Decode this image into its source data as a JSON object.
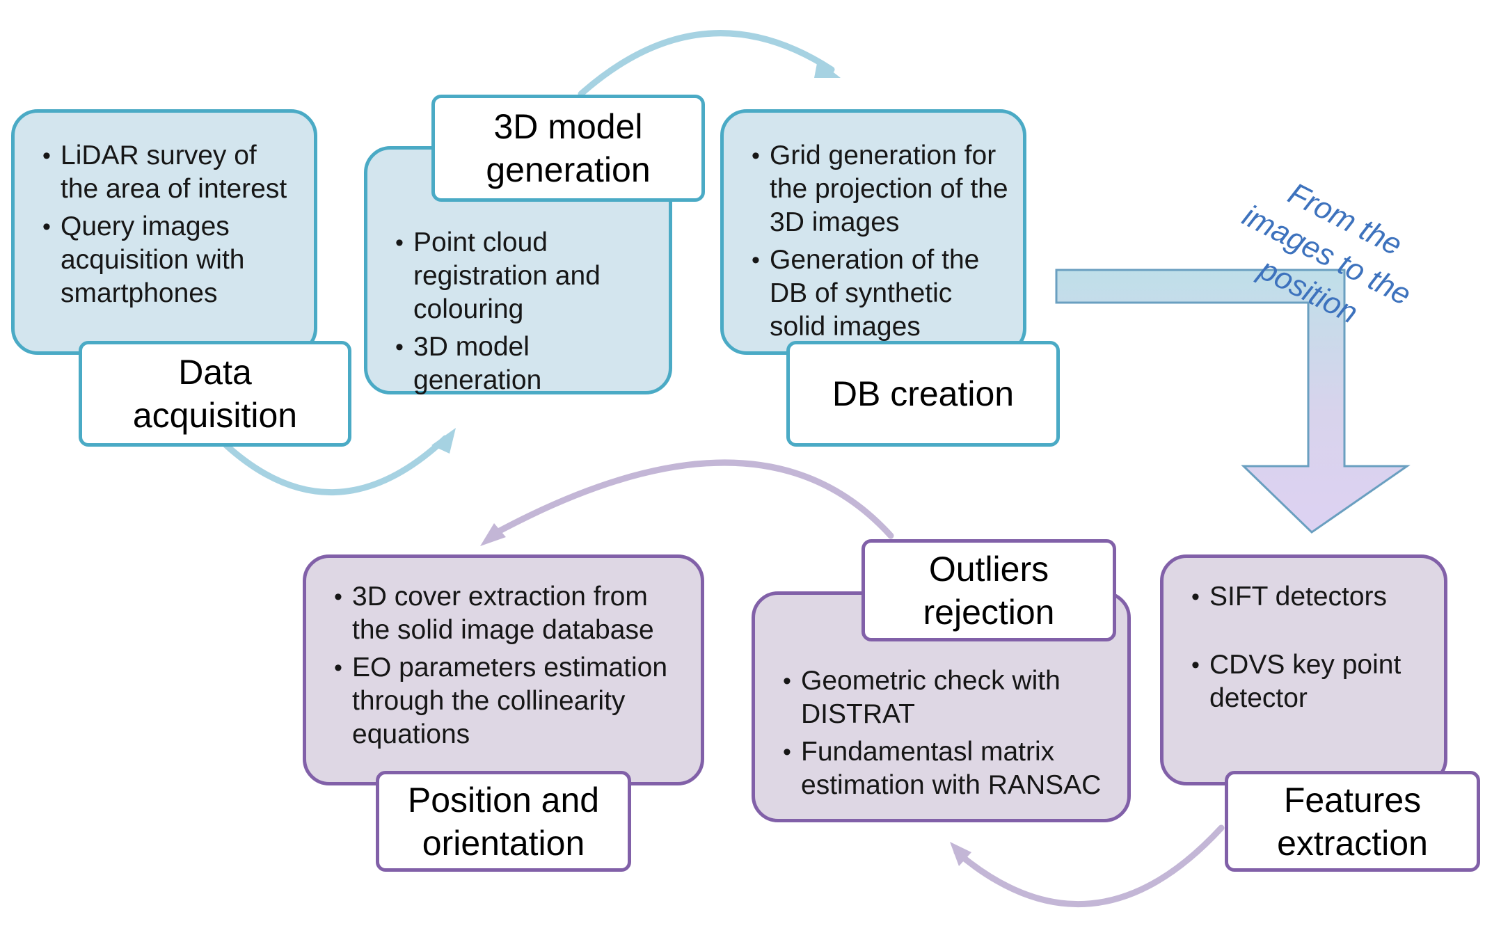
{
  "top_row": {
    "data_acquisition": {
      "title": "Data acquisition",
      "bullets": [
        "LiDAR survey of the area of interest",
        "Query images acquisition with smartphones"
      ]
    },
    "model_generation": {
      "title": "3D model generation",
      "bullets": [
        "Point cloud registration and colouring",
        "3D model generation"
      ]
    },
    "db_creation": {
      "title": "DB creation",
      "bullets": [
        "Grid generation for the projection of the 3D images",
        "Generation of the DB of synthetic solid images"
      ]
    }
  },
  "transition_label": "From the images to the position",
  "bottom_row": {
    "features_extraction": {
      "title": "Features extraction",
      "bullets": [
        "SIFT detectors",
        "CDVS key point detector"
      ]
    },
    "outliers_rejection": {
      "title": "Outliers rejection",
      "bullets": [
        "Geometric check with DISTRAT",
        "Fundamentasl matrix estimation with RANSAC"
      ]
    },
    "position_orientation": {
      "title": "Position and orientation",
      "bullets": [
        "3D cover extraction from the solid image database",
        "EO parameters estimation through the collinearity equations"
      ]
    }
  },
  "colors": {
    "blue_fill": "#d3e5ee",
    "blue_border": "#4aaac5",
    "blue_arrow": "#a6d2e2",
    "purple_fill": "#ded7e4",
    "purple_border": "#8160a8",
    "purple_arrow": "#c3b6d6",
    "annotation_text": "#3d72bd"
  }
}
